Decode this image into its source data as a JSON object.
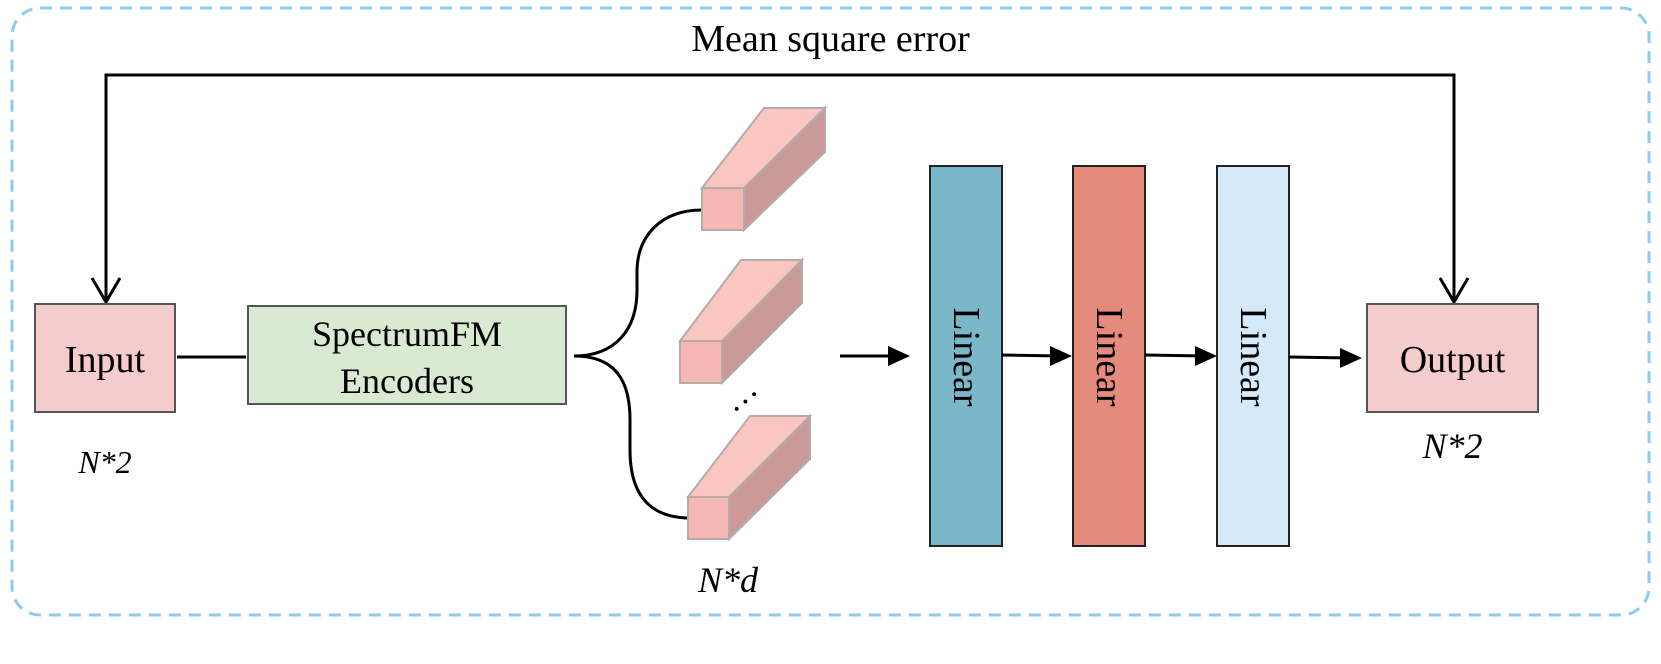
{
  "title": "Mean square error",
  "input": {
    "label": "Input",
    "shape": "N*2"
  },
  "encoder": {
    "line1": "SpectrumFM",
    "line2": "Encoders"
  },
  "embedding": {
    "shape": "N*d",
    "ellipsis": "…"
  },
  "linear_layers": [
    {
      "label": "Linear",
      "color": "#7ab8c9"
    },
    {
      "label": "Linear",
      "color": "#e48b7e"
    },
    {
      "label": "Linear",
      "color": "#d4eaf9"
    }
  ],
  "output": {
    "label": "Output",
    "shape": "N*2"
  },
  "colors": {
    "frame": "#8ecbf0",
    "input_fill": "#f4cccc",
    "encoder_fill": "#d9ead3",
    "token_front": "#f6b8b5",
    "token_top": "#f9c6c2",
    "token_side": "#c99a98",
    "token_edge": "#b7aaa8"
  }
}
